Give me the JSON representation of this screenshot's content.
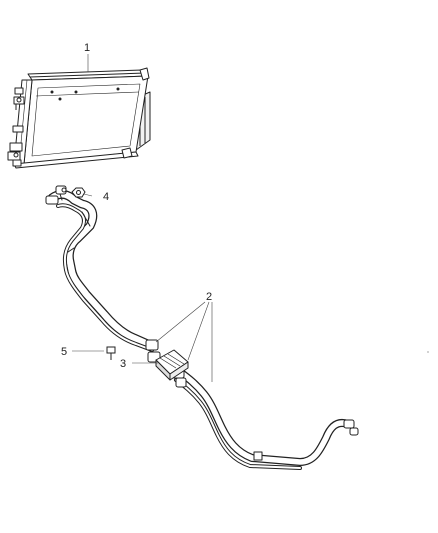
{
  "callouts": [
    {
      "label": "1",
      "part": "condenser"
    },
    {
      "label": "2",
      "part": "transmission-oil-cooler-lines"
    },
    {
      "label": "3",
      "part": "line-bracket"
    },
    {
      "label": "4",
      "part": "nut"
    },
    {
      "label": "5",
      "part": "bolt"
    }
  ],
  "colors": {
    "line": "#222222",
    "fill": "#ffffff",
    "shade": "#dddddd"
  }
}
